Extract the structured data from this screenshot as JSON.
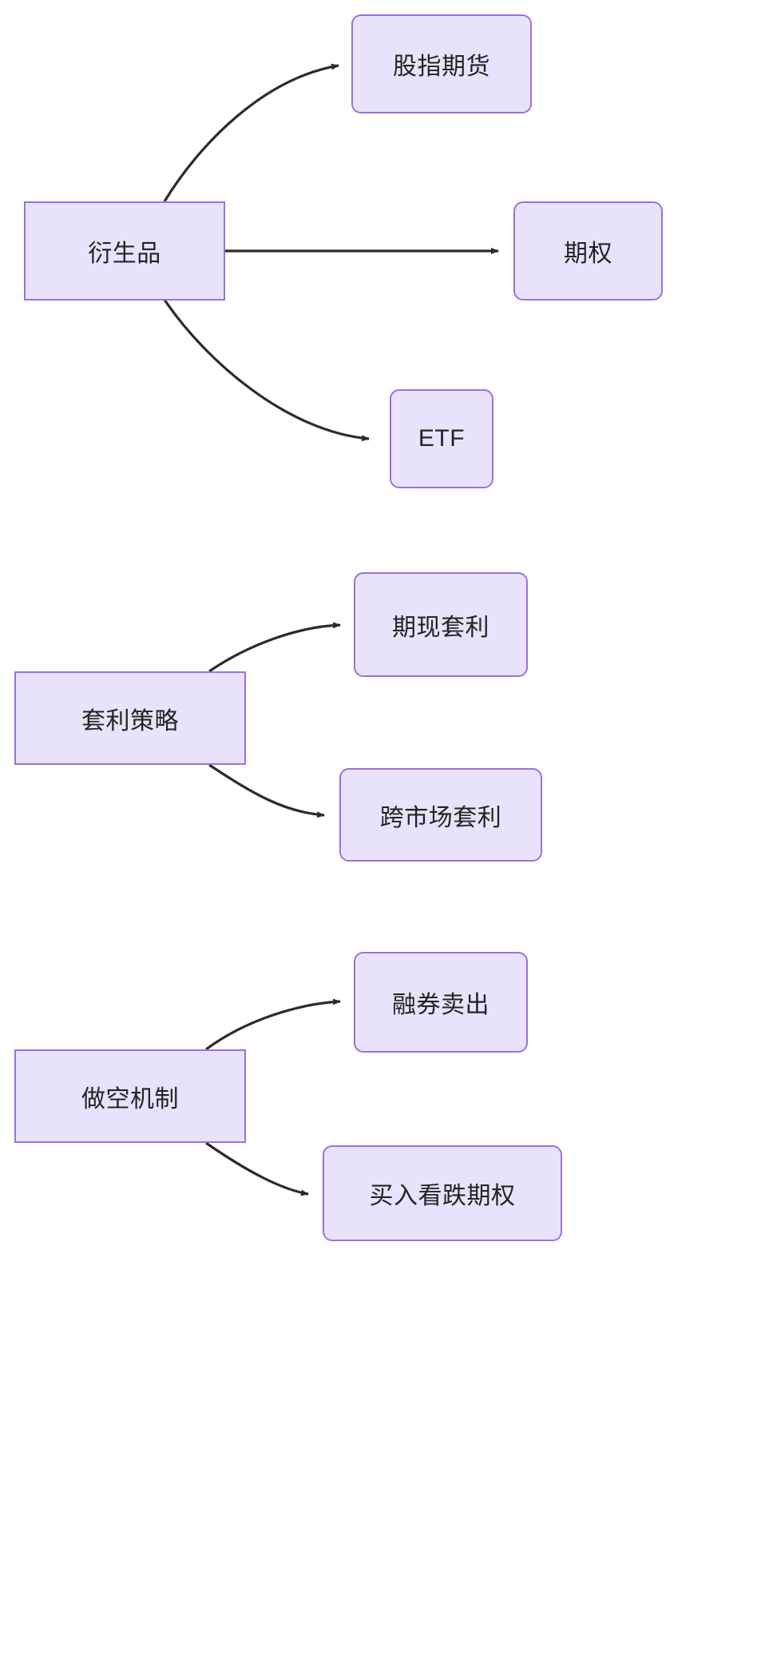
{
  "diagram": {
    "type": "flowchart",
    "direction": "left-to-right",
    "theme": {
      "node_fill": "#e8e3fa",
      "node_stroke": "#9a70e0",
      "text_color": "#232323",
      "edge_color": "#2b2b2b",
      "background": "#ffffff"
    },
    "clusters": [
      {
        "id": "cluster-derivatives",
        "root": {
          "id": "n-derivatives",
          "label": "衍生品",
          "shape": "rect"
        },
        "children": [
          {
            "id": "n-index-futures",
            "label": "股指期货",
            "shape": "round"
          },
          {
            "id": "n-options",
            "label": "期权",
            "shape": "round"
          },
          {
            "id": "n-etf",
            "label": "ETF",
            "shape": "round"
          }
        ],
        "edges": [
          {
            "from": "衍生品",
            "to": "股指期货",
            "arrow": "open"
          },
          {
            "from": "衍生品",
            "to": "期权",
            "arrow": "open"
          },
          {
            "from": "衍生品",
            "to": "ETF",
            "arrow": "open"
          }
        ]
      },
      {
        "id": "cluster-arbitrage",
        "root": {
          "id": "n-arbitrage",
          "label": "套利策略",
          "shape": "rect"
        },
        "children": [
          {
            "id": "n-cash-futures-arb",
            "label": "期现套利",
            "shape": "round"
          },
          {
            "id": "n-cross-market-arb",
            "label": "跨市场套利",
            "shape": "round"
          }
        ],
        "edges": [
          {
            "from": "套利策略",
            "to": "期现套利",
            "arrow": "open"
          },
          {
            "from": "套利策略",
            "to": "跨市场套利",
            "arrow": "open"
          }
        ]
      },
      {
        "id": "cluster-short-selling",
        "root": {
          "id": "n-short-mechanism",
          "label": "做空机制",
          "shape": "rect"
        },
        "children": [
          {
            "id": "n-margin-short",
            "label": "融券卖出",
            "shape": "round"
          },
          {
            "id": "n-buy-put",
            "label": "买入看跌期权",
            "shape": "round"
          }
        ],
        "edges": [
          {
            "from": "做空机制",
            "to": "融券卖出",
            "arrow": "open"
          },
          {
            "from": "做空机制",
            "to": "买入看跌期权",
            "arrow": "open"
          }
        ]
      }
    ]
  }
}
